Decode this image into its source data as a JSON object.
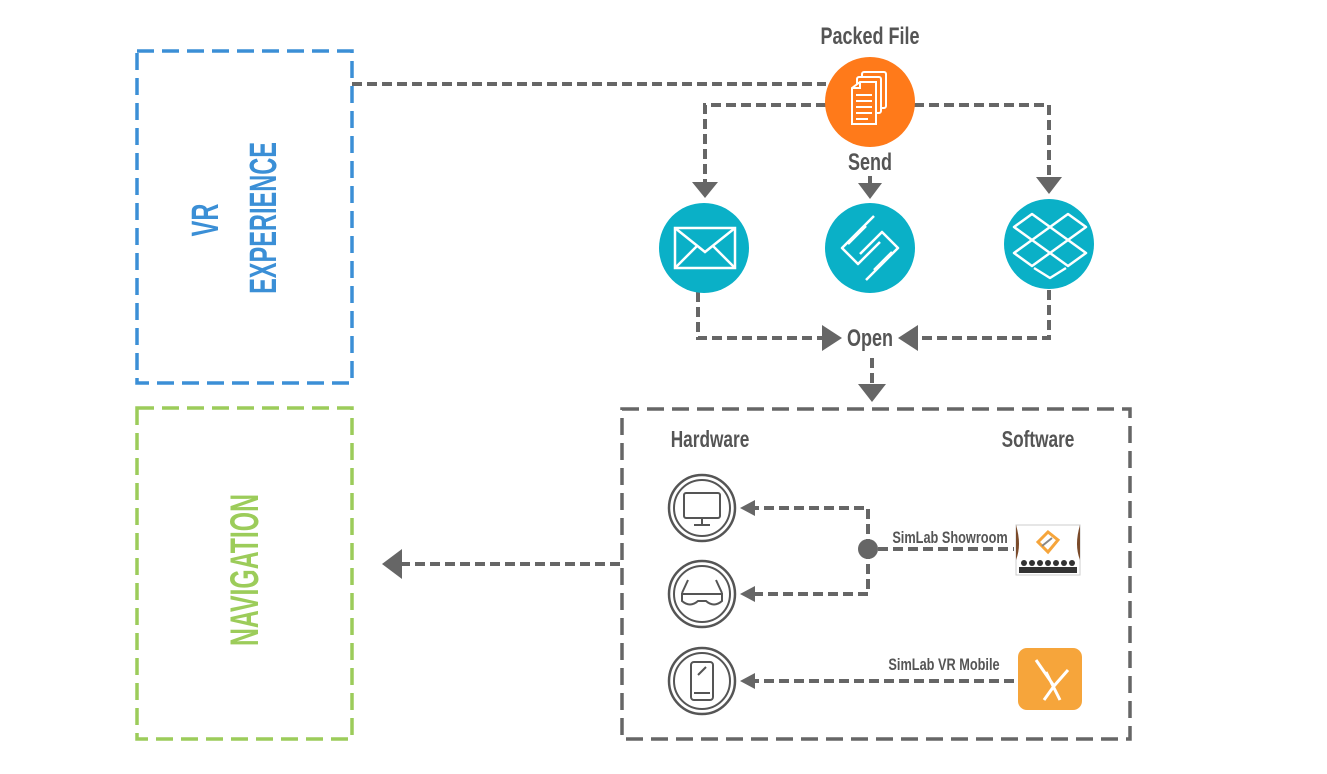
{
  "panels": {
    "vr_experience": {
      "line1": "VR",
      "line2": "EXPERIENCE",
      "color": "#3b8fd6"
    },
    "navigation": {
      "label": "NAVIGATION",
      "color": "#9ccc5a"
    }
  },
  "flow": {
    "packed_file": "Packed File",
    "send": "Send",
    "open": "Open"
  },
  "software_box": {
    "hardware_label": "Hardware",
    "software_label": "Software",
    "showroom_label": "SimLab Showroom",
    "vr_mobile_label": "SimLab VR Mobile"
  },
  "icons": {
    "packed_file": "document-stack-icon",
    "email": "envelope-icon",
    "simlab_send": "simlab-share-icon",
    "dropbox": "dropbox-icon",
    "desktop": "monitor-icon",
    "vr_headset": "vr-goggles-icon",
    "mobile": "smartphone-icon",
    "showroom_app": "simlab-showroom-logo",
    "vr_mobile_app": "simlab-vr-mobile-logo"
  },
  "colors": {
    "line": "#666666",
    "orange": "#ff7a1a",
    "teal": "#0ab0c7",
    "app_orange": "#f6a53b"
  }
}
